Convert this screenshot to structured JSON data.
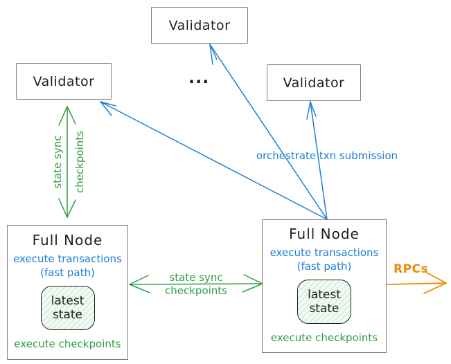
{
  "diagram": {
    "validator_top": {
      "label": "Validator"
    },
    "validator_left": {
      "label": "Validator"
    },
    "validator_right": {
      "label": "Validator"
    },
    "ellipsis": "...",
    "full_node_left": {
      "title": "Full Node",
      "exec_line1": "execute transactions",
      "exec_line2": "(fast path)",
      "state_line1": "latest",
      "state_line2": "state",
      "footer": "execute checkpoints"
    },
    "full_node_right": {
      "title": "Full Node",
      "exec_line1": "execute transactions",
      "exec_line2": "(fast path)",
      "state_line1": "latest",
      "state_line2": "state",
      "footer": "execute checkpoints"
    },
    "edge_labels": {
      "orchestrate": "orchestrate txn submission",
      "vertical_sync_line1": "state sync",
      "vertical_sync_line2": "checkpoints",
      "horizontal_sync_line1": "state sync",
      "horizontal_sync_line2": "checkpoints",
      "rpcs": "RPCs"
    },
    "colors": {
      "blue": "#1c7ed6",
      "green": "#2f9e44",
      "orange": "#f08c00",
      "box_border": "#7d7d7d",
      "text": "#1e1e1e",
      "state_fill": "#f2fbf3"
    }
  }
}
